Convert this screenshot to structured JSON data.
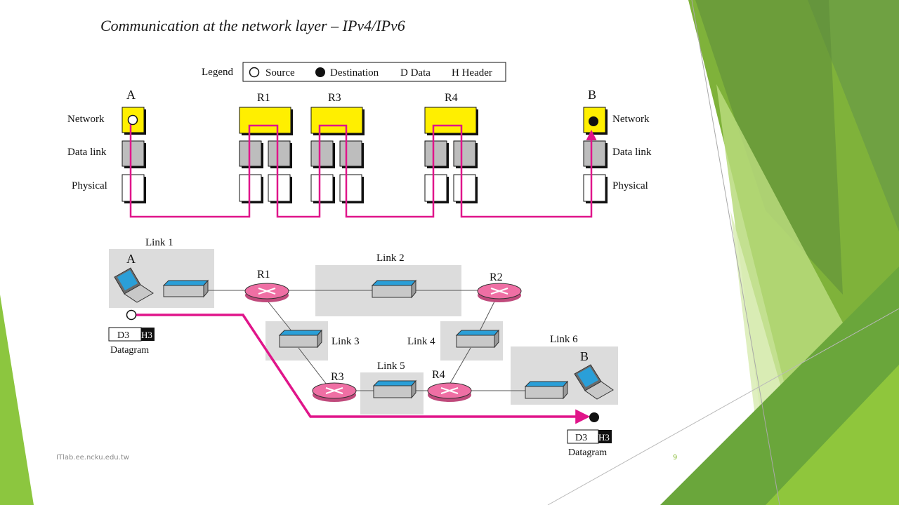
{
  "slide": {
    "title": "Communication at the network layer – IPv4/IPv6",
    "footer": "ITlab.ee.ncku.edu.tw",
    "page_number": "9"
  },
  "legend": {
    "label": "Legend",
    "source": "Source",
    "destination": "Destination",
    "data": "D Data",
    "header": "H Header"
  },
  "layer_diagram": {
    "host_a": "A",
    "host_b": "B",
    "routers": [
      "R1",
      "R3",
      "R4"
    ],
    "layers": [
      "Network",
      "Data link",
      "Physical"
    ]
  },
  "topology": {
    "links": [
      "Link 1",
      "Link 2",
      "Link 3",
      "Link 4",
      "Link 5",
      "Link 6"
    ],
    "routers": [
      "R1",
      "R2",
      "R3",
      "R4"
    ],
    "host_a": "A",
    "host_b": "B",
    "datagram_label": "Datagram",
    "datagram_data": "D3",
    "datagram_header": "H3"
  },
  "colors": {
    "path": "#e0158a",
    "network_layer": "#ffef00",
    "datalink_layer": "#bdbdbd",
    "router": "#ef6fa4",
    "switch": "#2a9fd8",
    "link_area": "#dcdcdc",
    "accent_green": "#8cc63f"
  }
}
